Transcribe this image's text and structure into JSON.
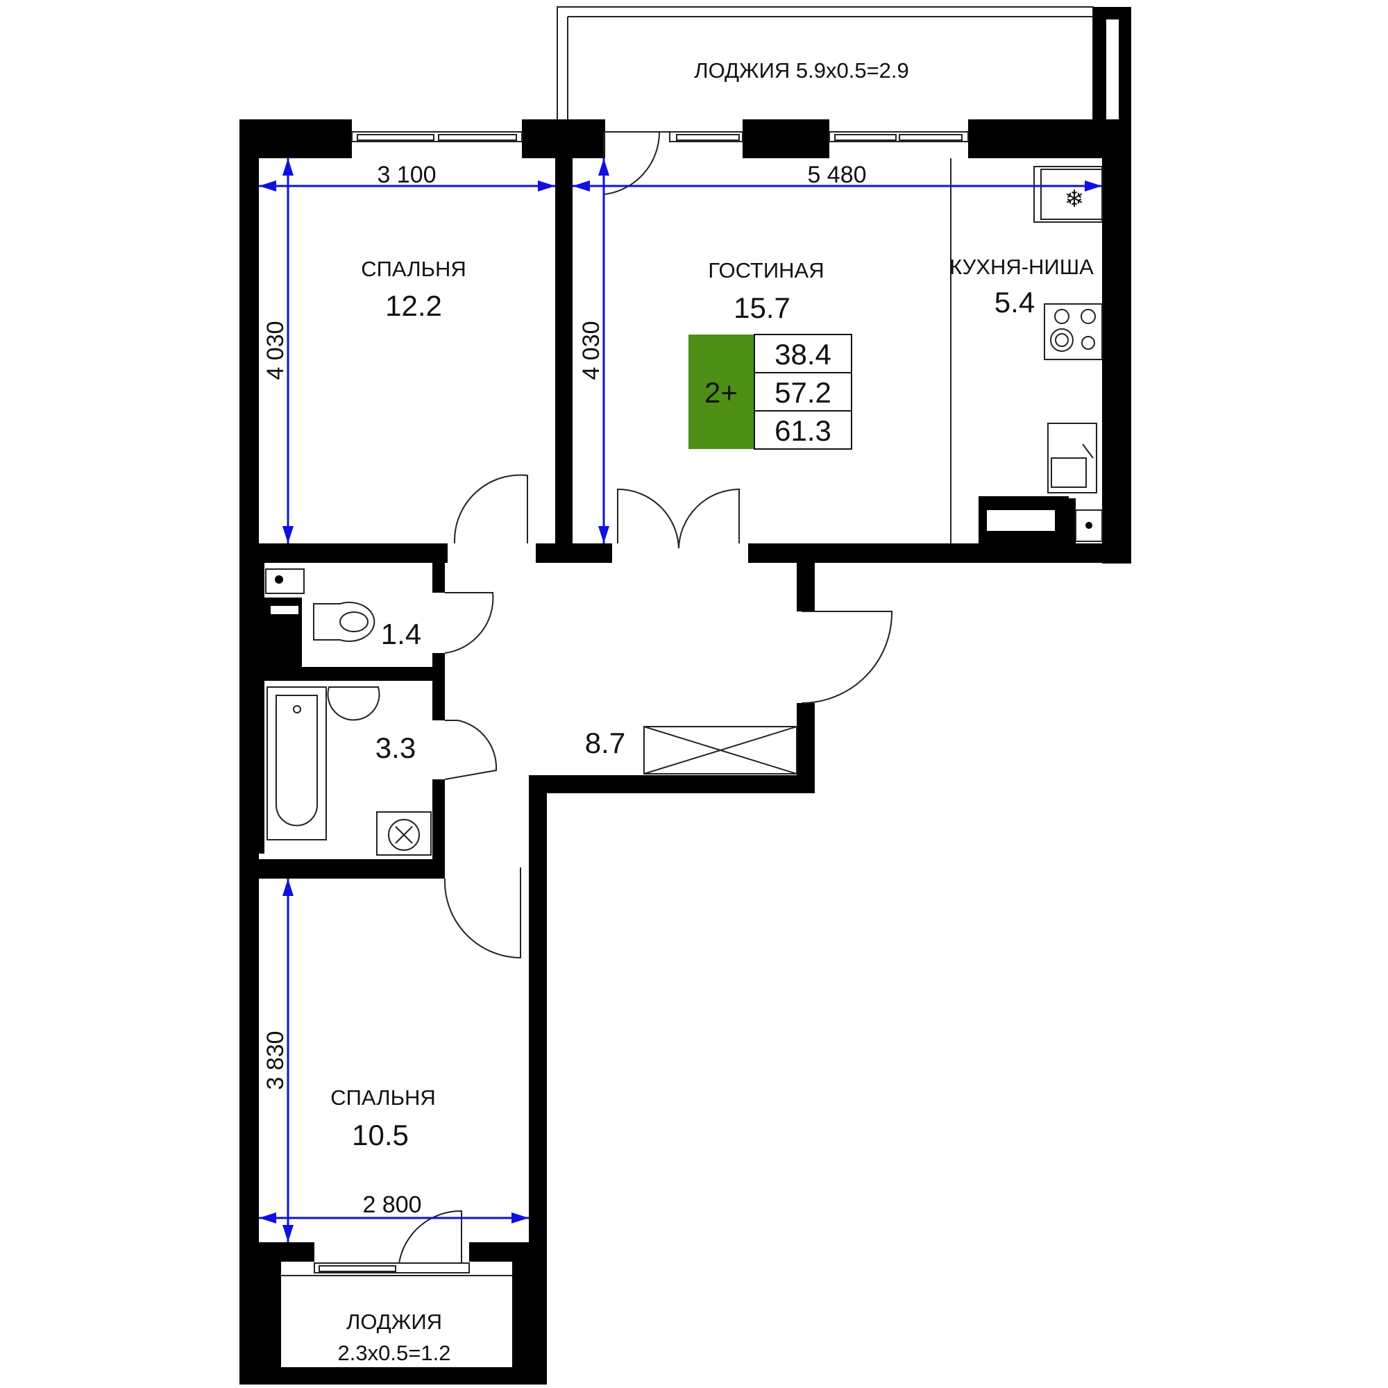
{
  "rooms": {
    "bedroom_top": {
      "name": "СПАЛЬНЯ",
      "area": "12.2"
    },
    "living": {
      "name": "ГОСТИНАЯ",
      "area": "15.7"
    },
    "kitchen": {
      "name": "КУХНЯ-НИША",
      "area": "5.4"
    },
    "wc": {
      "area": "1.4"
    },
    "bath": {
      "area": "3.3"
    },
    "hall": {
      "area": "8.7"
    },
    "bedroom_bottom": {
      "name": "СПАЛЬНЯ",
      "area": "10.5"
    }
  },
  "loggias": {
    "top": {
      "label": "ЛОДЖИЯ 5.9х0.5=2.9"
    },
    "bottom": {
      "name": "ЛОДЖИЯ",
      "formula": "2.3х0.5=1.2"
    }
  },
  "dimensions": {
    "bedroom_top_width": "3 100",
    "living_width": "5 480",
    "bedroom_top_height": "4 030",
    "living_height": "4 030",
    "bedroom_bottom_height": "3 830",
    "bedroom_bottom_width": "2 800"
  },
  "summary_badge": {
    "rooms": "2+",
    "living_area": "38.4",
    "total_area": "57.2",
    "total_with_loggia": "61.3",
    "accent_color": "#4e8f16"
  },
  "colors": {
    "walls": "#000000",
    "dimension_lines": "#1010e0"
  }
}
